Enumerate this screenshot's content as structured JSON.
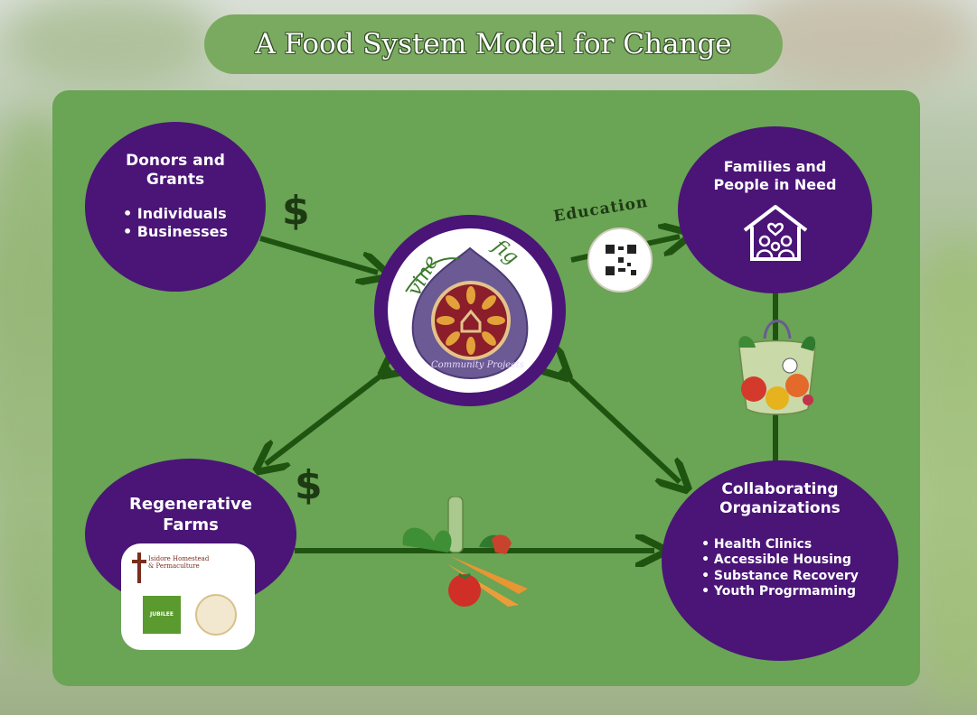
{
  "title": "A Food System Model for Change",
  "center": {
    "logo_words": [
      "vine",
      "fig"
    ],
    "logo_subtitle": "Community Projects"
  },
  "nodes": {
    "donors": {
      "heading_lines": [
        "Donors and",
        "Grants"
      ],
      "items": [
        "Individuals",
        "Businesses"
      ]
    },
    "families": {
      "heading_lines": [
        "Families and",
        "People in Need"
      ],
      "icon": "family-home-icon"
    },
    "regenerative": {
      "heading_lines": [
        "Regenerative",
        "Farms"
      ],
      "partner_logos": [
        "Isidore Homestead & Permaculture",
        "Jubilee Climate Farm"
      ]
    },
    "collaborating": {
      "heading_lines": [
        "Collaborating",
        "Organizations"
      ],
      "items": [
        "Health Clinics",
        "Accessible Housing",
        "Substance Recovery",
        "Youth Progrmaming"
      ]
    }
  },
  "flow_labels": {
    "money_symbol": "$",
    "education": "Education"
  },
  "colors": {
    "purple": "#4a1577",
    "panel_green": "#6aa455",
    "title_green": "#7aaa60",
    "arrow_green": "#1f5410"
  }
}
